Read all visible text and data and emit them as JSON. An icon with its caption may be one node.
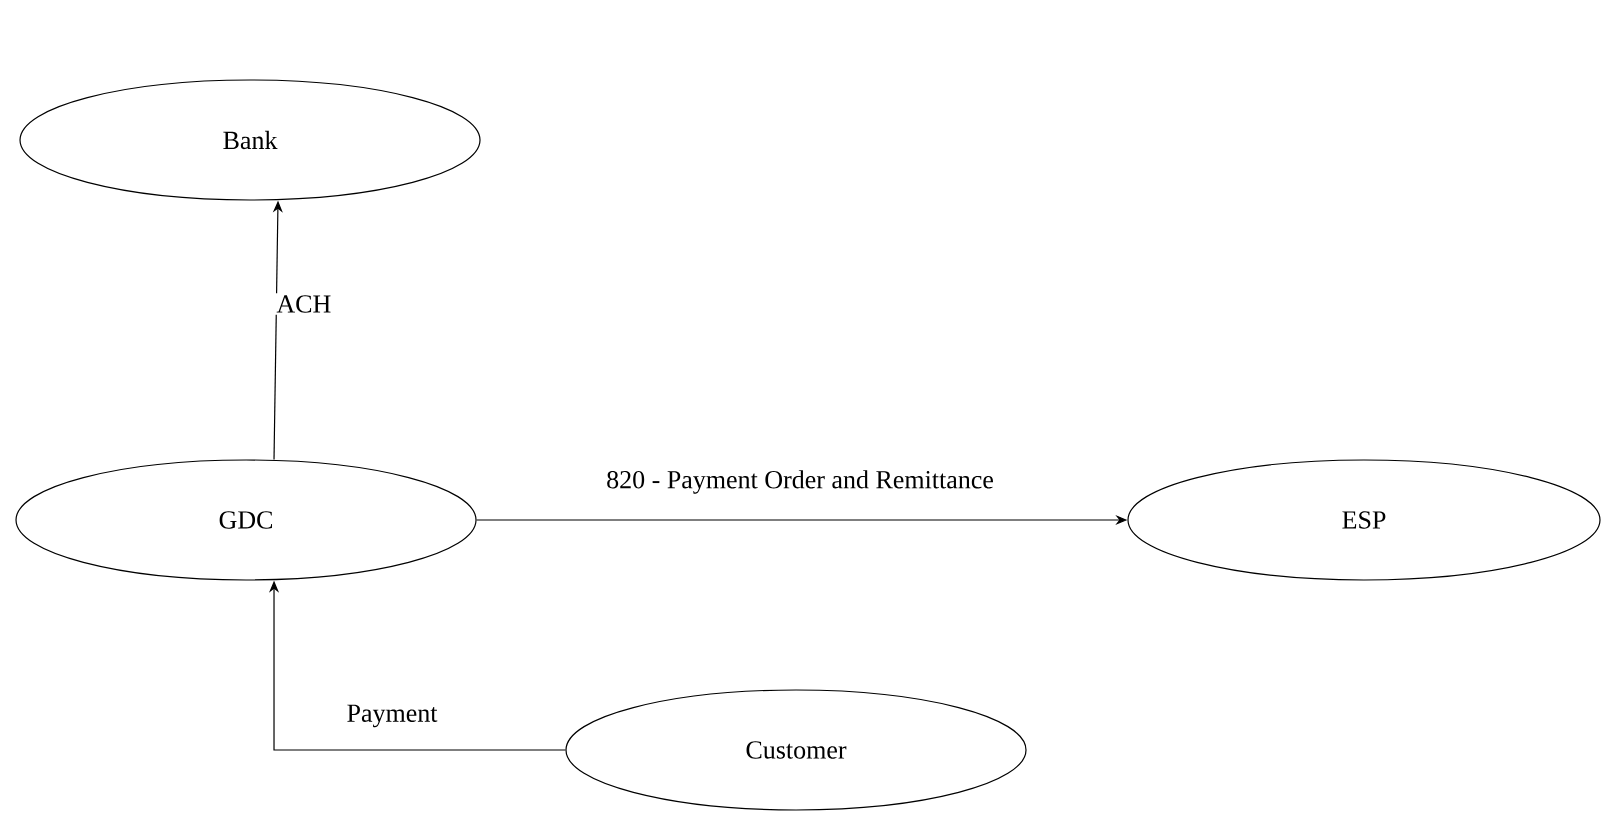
{
  "diagram": {
    "nodes": [
      {
        "text": [
          "Bank"
        ]
      },
      {
        "text": [
          "GDC"
        ]
      },
      {
        "text": [
          "ESP"
        ]
      },
      {
        "text": [
          "Customer"
        ]
      }
    ],
    "edges": [
      {
        "from": 1,
        "to": 0,
        "arrow": "to",
        "label": "ACH"
      },
      {
        "from": 1,
        "to": 2,
        "arrow": "to",
        "label": "820 - Payment Order and Remittance"
      },
      {
        "from": 3,
        "to": 1,
        "arrow": "to",
        "label": "Payment"
      }
    ]
  }
}
